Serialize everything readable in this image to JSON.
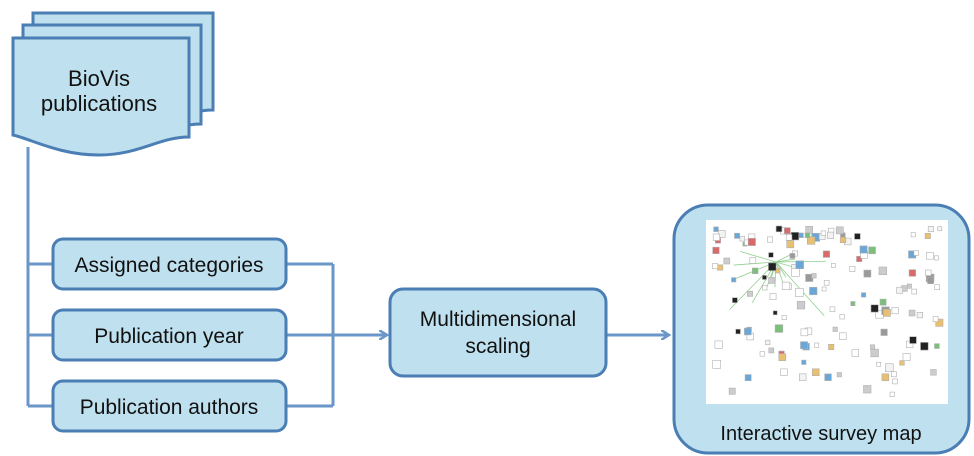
{
  "colors": {
    "box_fill": "#bfe0ee",
    "box_stroke": "#4a7eb4",
    "line": "#6a96c8",
    "map_bg": "#ffffff"
  },
  "documents": {
    "label_line1": "BioVis",
    "label_line2": "publications"
  },
  "features": [
    {
      "label": "Assigned categories"
    },
    {
      "label": "Publication year"
    },
    {
      "label": "Publication authors"
    }
  ],
  "process": {
    "label_line1": "Multidimensional",
    "label_line2": "scaling"
  },
  "output": {
    "label": "Interactive survey map",
    "thumbnail_icon": "scatter-of-paper-thumbnails"
  }
}
